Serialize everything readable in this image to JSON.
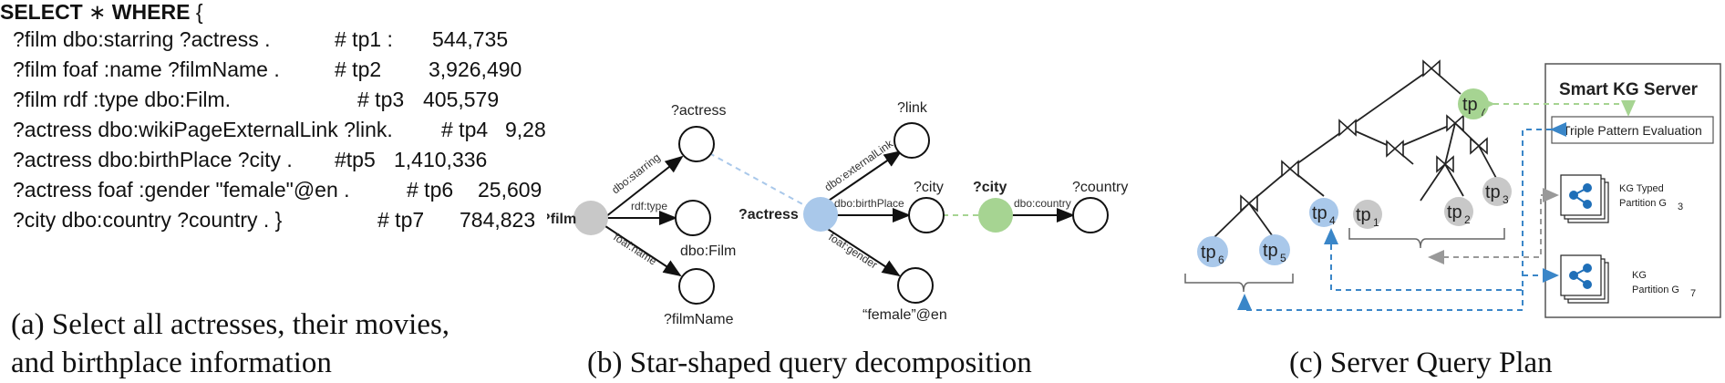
{
  "panel_a": {
    "select": "SELECT",
    "star": "∗",
    "where": "WHERE",
    "brace": "{",
    "triples": [
      {
        "pattern": "?film  dbo:starring  ?actress .",
        "tp": "# tp1  :",
        "count": "544,735"
      },
      {
        "pattern": "?film  foaf :name ?filmName .",
        "tp": "# tp2",
        "count": "3,926,490"
      },
      {
        "pattern": "?film  rdf :type dbo:Film.",
        "tp": "# tp3",
        "count": "405,579"
      },
      {
        "pattern": "?actress dbo:wikiPageExternalLink ?link.",
        "tp": "# tp4",
        "count": "9,28"
      },
      {
        "pattern": "?actress dbo:birthPlace ?city  .",
        "tp": "#tp5",
        "count": "1,410,336"
      },
      {
        "pattern": "?actress foaf :gender \"female\"@en .",
        "tp": "# tp6",
        "count": "25,609"
      },
      {
        "pattern": "?city  dbo:country ?country .  }",
        "tp": "# tp7",
        "count": "784,823"
      }
    ],
    "caption_line1": "(a)  Select all actresses, their movies,",
    "caption_line2": "and birthplace information"
  },
  "panel_b": {
    "nodes": {
      "film": "?film",
      "actress_top": "?actress",
      "film_class": "dbo:Film",
      "film_name": "?filmName",
      "actress_center": "?actress",
      "link": "?link",
      "city": "?city",
      "female": "“female”@en",
      "city_join": "?city",
      "country": "?country"
    },
    "edges": {
      "starring": "dbo:starring",
      "type": "rdf:type",
      "name": "foaf:name",
      "external_link": "dbo:externalLink",
      "birth_place": "dbo:birthPlace",
      "gender": "foaf:gender",
      "country": "dbo:country"
    },
    "caption": "(b)  Star-shaped query decomposition",
    "colors": {
      "grey": "#c8c8c8",
      "blue": "#a9c8ea",
      "green": "#a6d492"
    }
  },
  "panel_c": {
    "server_title": "Smart KG Server",
    "triple_pattern_evaluation": "Triple Pattern Evaluation",
    "partition1_line1": "KG Typed",
    "partition1_line2": "Partition G",
    "partition1_sub": "3",
    "partition2_line1": "KG",
    "partition2_line2": "Partition G",
    "partition2_sub": "7",
    "tp_prefix": "tp",
    "tp7_sub": "7",
    "tp4_sub": "4",
    "tp1_sub": "1",
    "tp2_sub": "2",
    "tp3_sub": "3",
    "tp6_sub": "6",
    "tp5_sub": "5",
    "caption": "(c)  Server Query Plan"
  }
}
